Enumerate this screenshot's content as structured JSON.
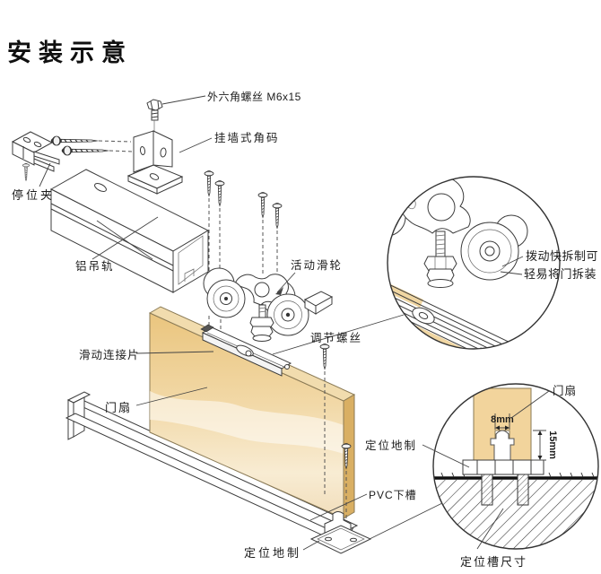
{
  "title": "安装示意",
  "labels": {
    "hex_bolt": "外六角螺丝 M6x15",
    "wall_bracket": "挂墙式角码",
    "stop_clip": "停位夹",
    "rail": "铝吊轨",
    "roller": "活动滑轮",
    "adjust_screw": "调节螺丝",
    "quick_release_1": "拨动快拆制可",
    "quick_release_2": "轻易将门拆装",
    "slide_plate": "滑动连接片",
    "door": "门扇",
    "floor_guide": "定位地制",
    "pvc_groove": "PVC下槽",
    "floor_guide_bottom": "定位地制",
    "door_detail": "门扇",
    "groove_size": "定位槽尺寸"
  },
  "dimensions": {
    "groove_width": "8mm",
    "groove_depth": "15mm"
  },
  "colors": {
    "door_top": "#ecc883",
    "door_bottom": "#f6ecd4",
    "door_side": "#d9af63",
    "detail_tan": "#f0d6a2",
    "line": "#3c3c3c"
  }
}
